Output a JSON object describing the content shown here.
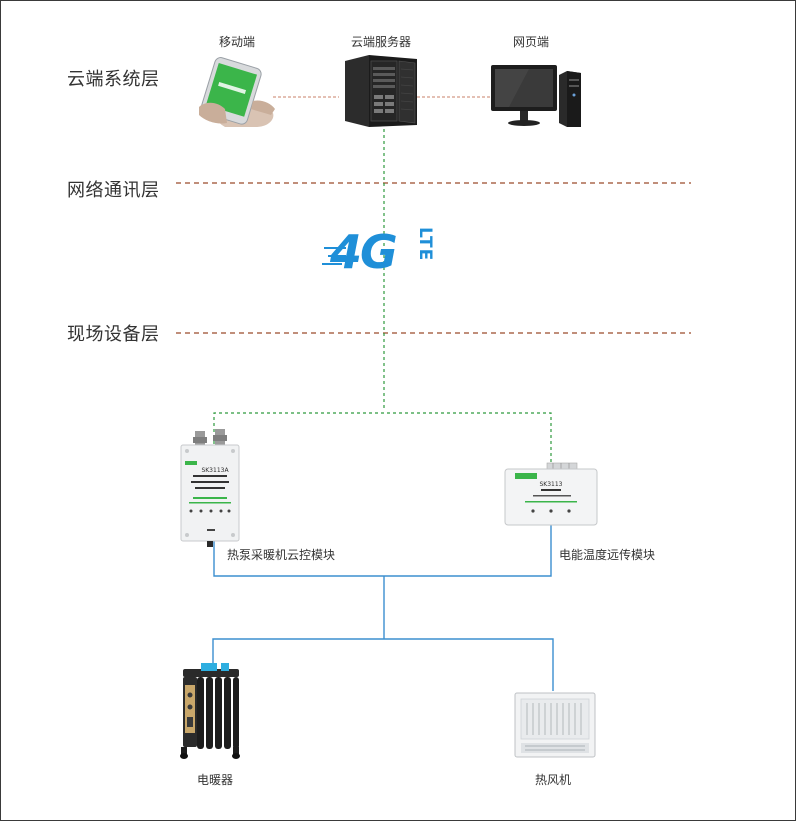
{
  "layers": {
    "cloud": "云端系统层",
    "network": "网络通讯层",
    "field": "现场设备层"
  },
  "cloud_nodes": {
    "mobile": "移动端",
    "server": "云端服务器",
    "web": "网页端"
  },
  "network": {
    "logo_main": "4G",
    "logo_sub": "LTE"
  },
  "modules": {
    "heatpump": "热泵采暖机云控模块",
    "energy": "电能温度远传模块",
    "heatpump_model": "SK3113A",
    "energy_model": "SK3113"
  },
  "devices": {
    "heater": "电暖器",
    "fan": "热风机"
  },
  "colors": {
    "dashed_orange": "#9b4a2a",
    "dashed_green": "#2e9a3e",
    "solid_blue": "#3c8fcf",
    "accent_blue": "#1f8fd8",
    "phone_green": "#3bb54a"
  }
}
